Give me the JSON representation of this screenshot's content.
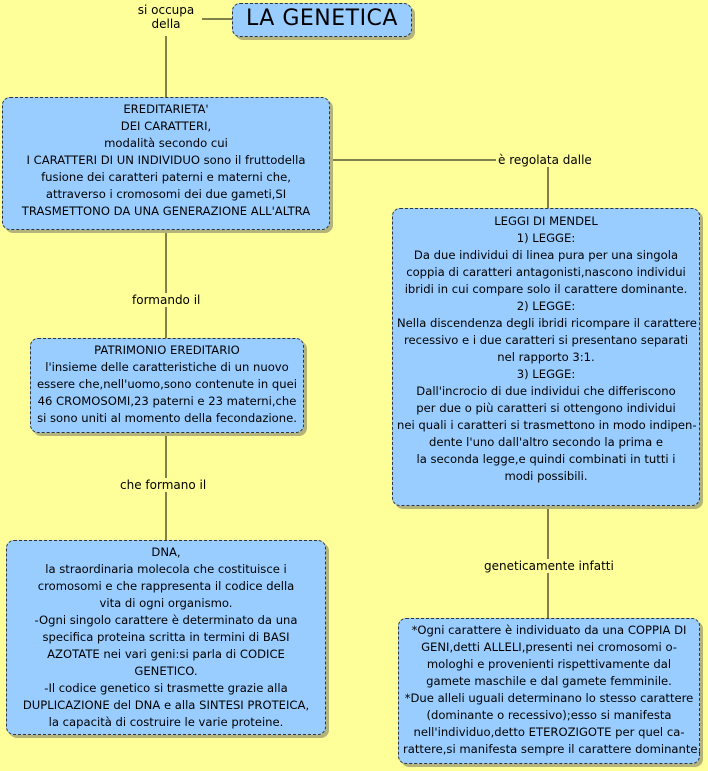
{
  "title": "LA GENETICA",
  "links": {
    "occupies": [
      "si occupa",
      "della"
    ],
    "regulated": "è regolata dalle",
    "forming": "formando il",
    "which_form": "che formano il",
    "genetically": "geneticamente infatti"
  },
  "nodes": {
    "ereditarieta": [
      "EREDITARIETA'",
      "DEI CARATTERI,",
      "modalità secondo cui",
      "I CARATTERI DI UN INDIVIDUO sono il fruttodella",
      "fusione dei caratteri paterni e materni che,",
      "attraverso i cromosomi dei due gameti,SI",
      "TRASMETTONO DA UNA GENERAZIONE ALL'ALTRA"
    ],
    "mendel": [
      "LEGGI DI MENDEL",
      "1) LEGGE:",
      "Da due individui di linea pura per una singola",
      "coppia di caratteri antagonisti,nascono individui",
      "ibridi in cui compare solo il carattere dominante.",
      "2) LEGGE:",
      "Nella discendenza degli ibridi ricompare il carattere",
      "recessivo e i due caratteri si presentano separati",
      "nel rapporto 3:1.",
      "3) LEGGE:",
      "Dall'incrocio di due individui che differiscono",
      "per due o più caratteri si ottengono individui",
      "nei quali i caratteri si trasmettono in modo indipen-",
      "dente  l'uno dall'altro secondo la prima e",
      "la seconda legge,e quindi combinati in tutti i",
      "modi possibili."
    ],
    "patrimonio": [
      "PATRIMONIO EREDITARIO",
      "l'insieme delle caratteristiche di un nuovo",
      "essere che,nell'uomo,sono contenute in quei",
      "46 CROMOSOMI,23 paterni e 23 materni,che",
      "si sono uniti al momento della fecondazione."
    ],
    "dna": [
      "DNA,",
      "la straordinaria molecola che costituisce i",
      "cromosomi e che rappresenta il codice della",
      "vita di ogni organismo.",
      "-Ogni singolo carattere è determinato da una",
      "specifica proteina scritta in termini di BASI",
      "AZOTATE nei vari geni:si parla di CODICE",
      "GENETICO.",
      "-Il codice genetico si trasmette grazie alla",
      "DUPLICAZIONE del DNA e alla SINTESI PROTEICA,",
      "la capacità di costruire le varie proteine."
    ],
    "alleli": [
      "*Ogni carattere è individuato da una COPPIA DI",
      "GENI,detti ALLELI,presenti nei cromosomi o-",
      "mologhi e provenienti rispettivamente dal",
      "gamete maschile  e dal gamete femminile.",
      "*Due alleli uguali determinano lo stesso carattere",
      "(dominante o recessivo);esso si manifesta",
      "nell'individuo,detto ETEROZIGOTE per quel ca-",
      "rattere,si manifesta sempre il carattere dominante."
    ]
  }
}
